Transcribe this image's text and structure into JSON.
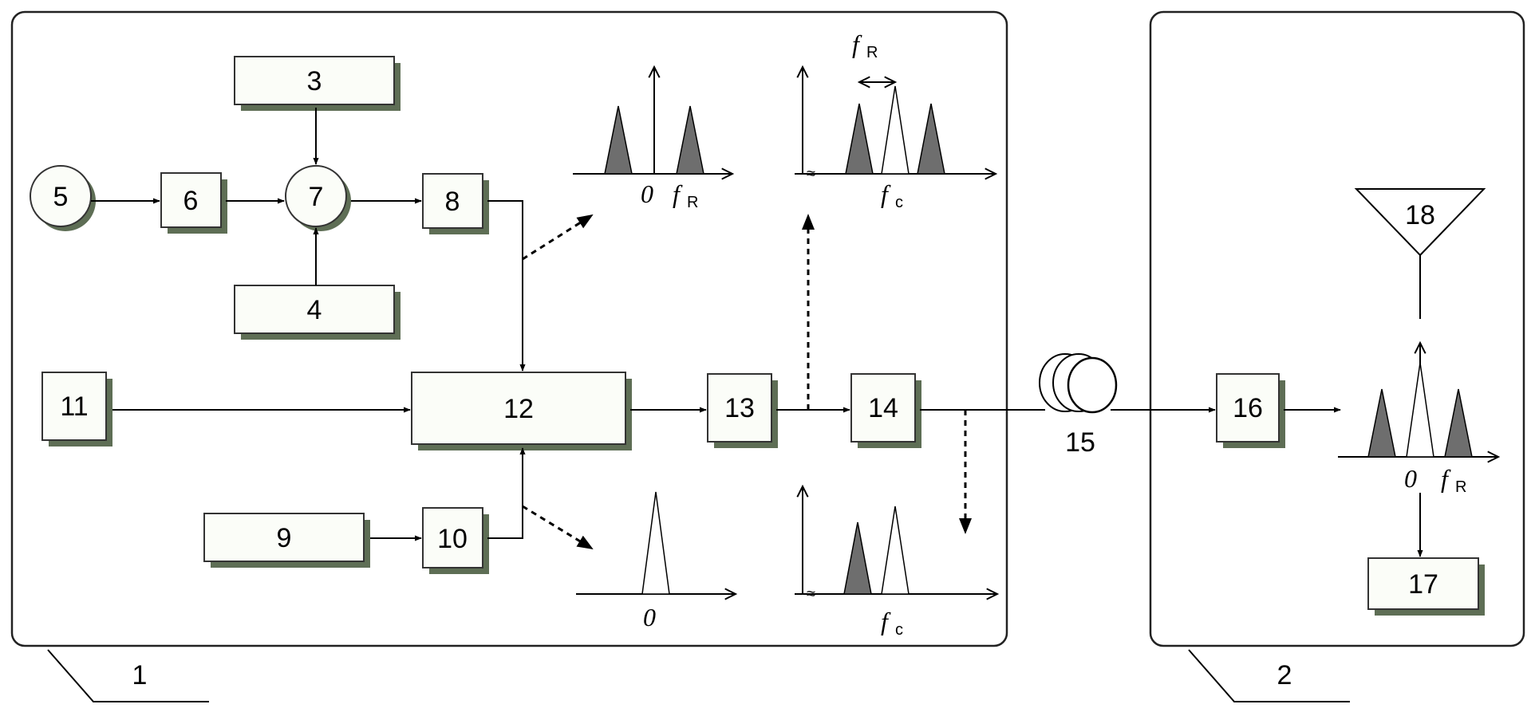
{
  "units": {
    "u1": "1",
    "u2": "2"
  },
  "blocks": {
    "b3": "3",
    "b4": "4",
    "b5": "5",
    "b6": "6",
    "b7": "7",
    "b8": "8",
    "b9": "9",
    "b10": "10",
    "b11": "11",
    "b12": "12",
    "b13": "13",
    "b14": "14",
    "b15": "15",
    "b16": "16",
    "b17": "17",
    "b18": "18"
  },
  "spectra": {
    "zero": "0",
    "f_main": "f",
    "sub_R": "R",
    "sub_c": "c"
  },
  "colors": {
    "box_face": "#fbfdf8",
    "box_shadow": "#5e6e55",
    "dark_peak": "#6e6e6e"
  }
}
